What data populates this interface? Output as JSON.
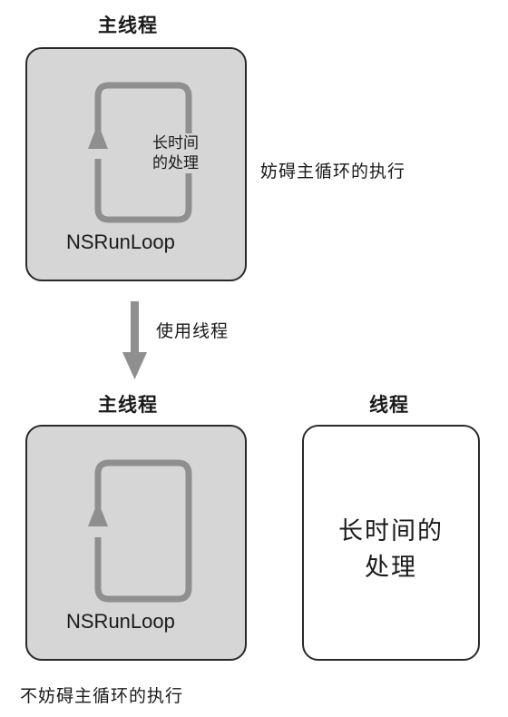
{
  "top": {
    "title": "主线程",
    "loop_label_line1": "长时间",
    "loop_label_line2": "的处理",
    "runloop": "NSRunLoop",
    "effect": "妨碍主循环的执行"
  },
  "transition": {
    "label": "使用线程"
  },
  "bottom": {
    "main_title": "主线程",
    "runloop": "NSRunLoop",
    "thread_title": "线程",
    "thread_text_line1": "长时间的",
    "thread_text_line2": "处理",
    "effect": "不妨碍主循环的执行"
  },
  "colors": {
    "panel_fill": "#d6d6d6",
    "loop_stroke": "#8f8f8f",
    "arrow_fill": "#8f8f8f"
  }
}
